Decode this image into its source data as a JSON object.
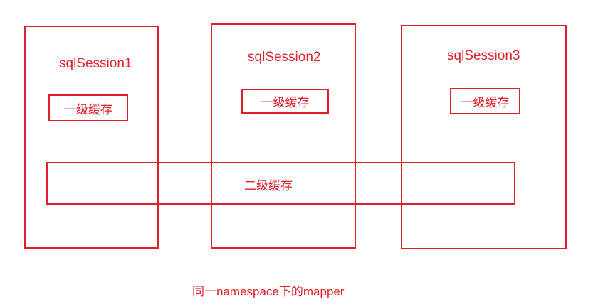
{
  "colors": {
    "stroke": "#e0202a",
    "text": "#e0202a",
    "background": "#ffffff"
  },
  "sessions": [
    {
      "title": "sqlSession1",
      "cache_label": "一级缓存"
    },
    {
      "title": "sqlSession2",
      "cache_label": "一级缓存"
    },
    {
      "title": "sqlSession3",
      "cache_label": "一级缓存"
    }
  ],
  "second_level_cache": {
    "label": "二级缓存"
  },
  "caption": "同一namespace下的mapper"
}
